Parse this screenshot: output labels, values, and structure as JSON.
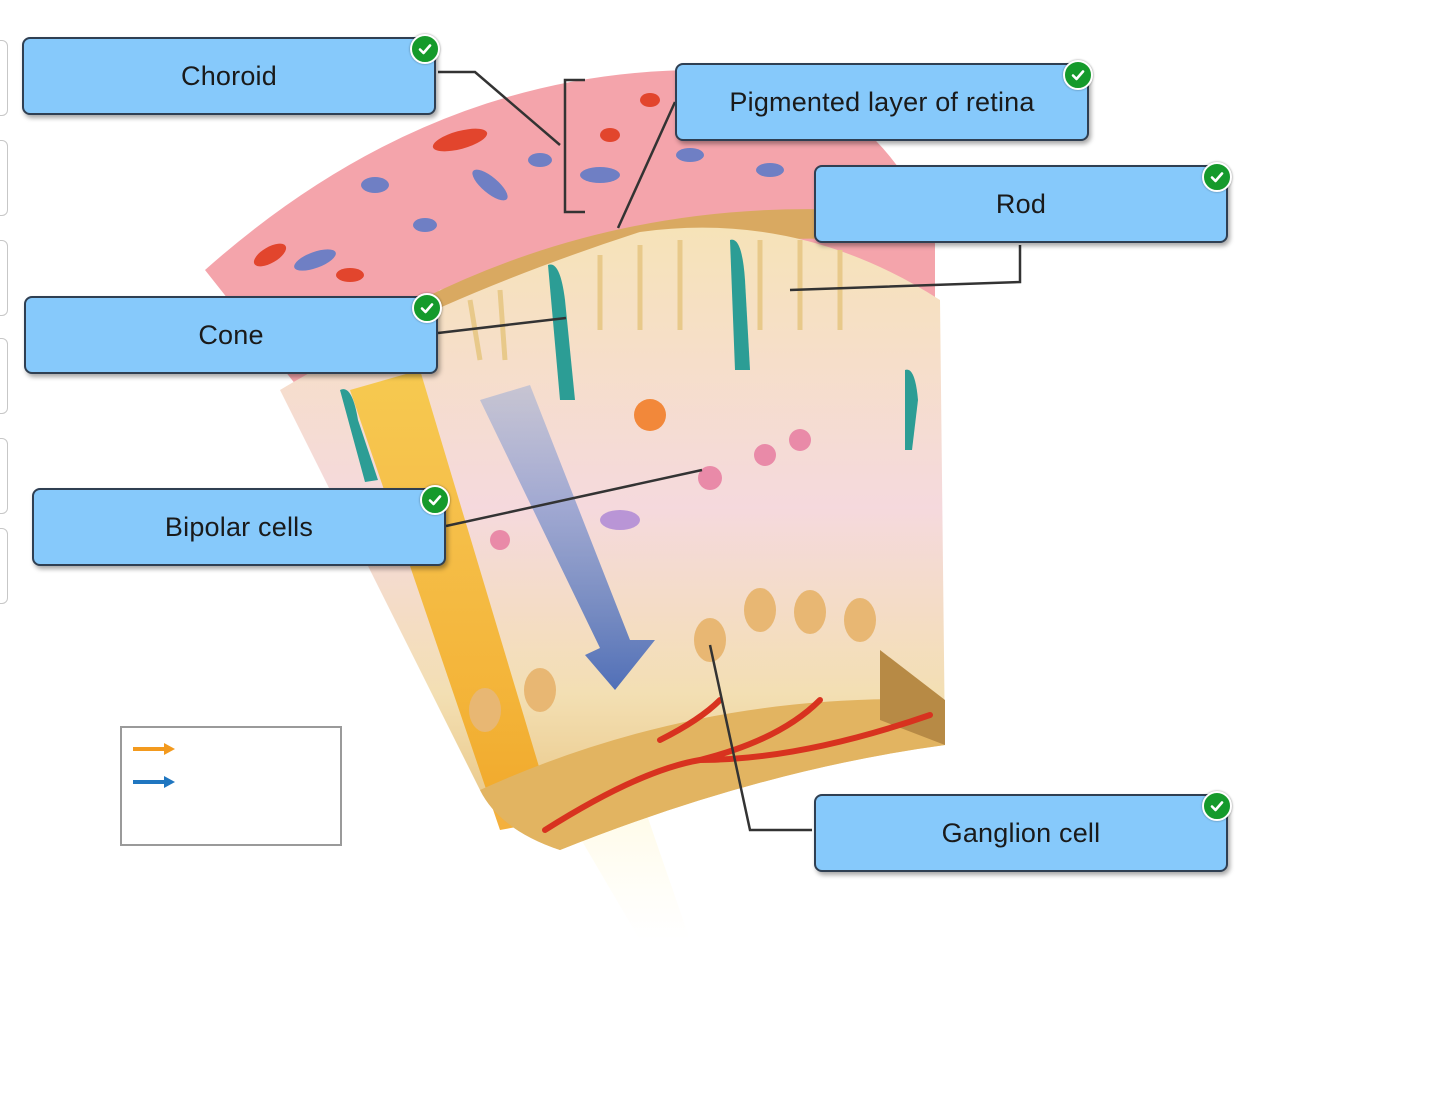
{
  "labels": {
    "choroid": "Choroid",
    "pigmented": "Pigmented layer of retina",
    "rod": "Rod",
    "cone": "Cone",
    "bipolar": "Bipolar cells",
    "ganglion": "Ganglion cell"
  },
  "legend": {
    "arrows": [
      {
        "icon": "orange-arrow-icon",
        "color": "#f39a1e"
      },
      {
        "icon": "blue-arrow-icon",
        "color": "#1f76c0"
      }
    ]
  },
  "colors": {
    "label_fill": "#86c9fb",
    "label_border": "#2f3f52",
    "check": "#159a2b"
  }
}
